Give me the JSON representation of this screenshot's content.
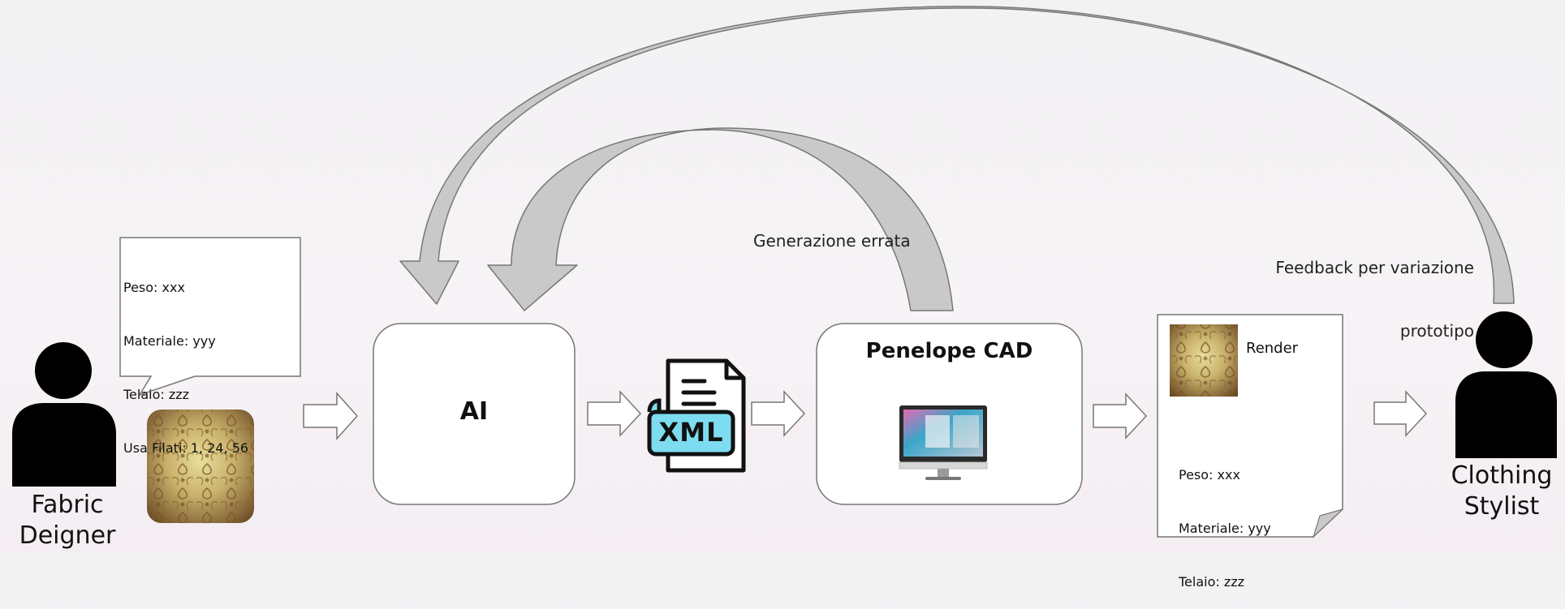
{
  "fabric_designer": {
    "label_line1": "Fabric",
    "label_line2": "Deigner",
    "spec": [
      "Peso: xxx",
      "Materiale: yyy",
      "Telaio: zzz",
      "Usa Filati: 1, 24, 56"
    ]
  },
  "ai_box": {
    "title": "AI"
  },
  "xml_icon": {
    "text": "XML"
  },
  "cad_box": {
    "title": "Penelope CAD"
  },
  "render_doc": {
    "render_label": "Render",
    "spec": [
      "Peso: xxx",
      "Materiale: yyy",
      "Telaio: zzz"
    ]
  },
  "clothing_stylist": {
    "label_line1": "Clothing",
    "label_line2": "Stylist"
  },
  "loops": {
    "error_label": "Generazione errata",
    "feedback_line1": "Feedback per variazione",
    "feedback_line2": "prototipo"
  },
  "colors": {
    "outline": "#777777",
    "arrow_fill": "#c9c9c9",
    "xml_cyan": "#7ddcf0",
    "fabric_gold": "#c8a65a"
  }
}
